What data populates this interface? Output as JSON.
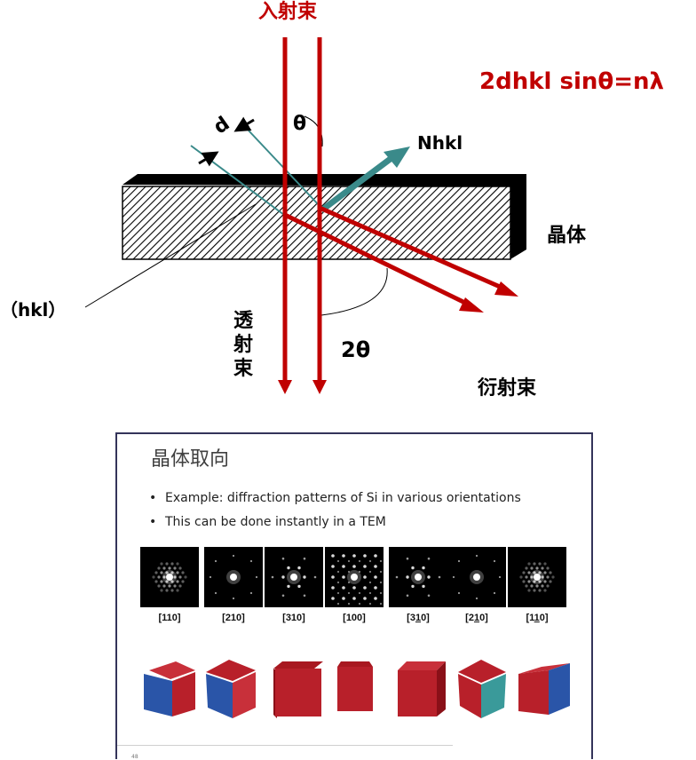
{
  "diagram": {
    "incident_beam": "入射束",
    "formula": "2dhkl sinθ=nλ",
    "d_label": "d",
    "theta_label": "θ",
    "normal_label": "Nhkl",
    "crystal_label": "晶体",
    "plane_label": "（hkl）",
    "transmitted_beam": "透射束",
    "two_theta_label": "2θ",
    "diffracted_beam": "衍射束",
    "colors": {
      "beam": "#c00000",
      "normal": "#3a8a8a",
      "crystal": "#000000"
    }
  },
  "slide": {
    "title": "晶体取向",
    "bullets": [
      "Example: diffraction patterns of Si in various orientations",
      "This can be done instantly in a TEM"
    ],
    "patterns": [
      {
        "label_pre": "[110]",
        "underline": "",
        "label_post": ""
      },
      {
        "label_pre": "[210]",
        "underline": "",
        "label_post": ""
      },
      {
        "label_pre": "[310]",
        "underline": "",
        "label_post": ""
      },
      {
        "label_pre": "[100]",
        "underline": "",
        "label_post": ""
      },
      {
        "label_pre": "[3",
        "underline": "1",
        "label_post": "0]"
      },
      {
        "label_pre": "[2",
        "underline": "1",
        "label_post": "0]"
      },
      {
        "label_pre": "[1",
        "underline": "1",
        "label_post": "0]"
      }
    ],
    "page_number": "48",
    "colors": {
      "cube_red": "#b8202a",
      "cube_blue": "#2a55a8",
      "cube_teal": "#3a9a9a"
    }
  }
}
